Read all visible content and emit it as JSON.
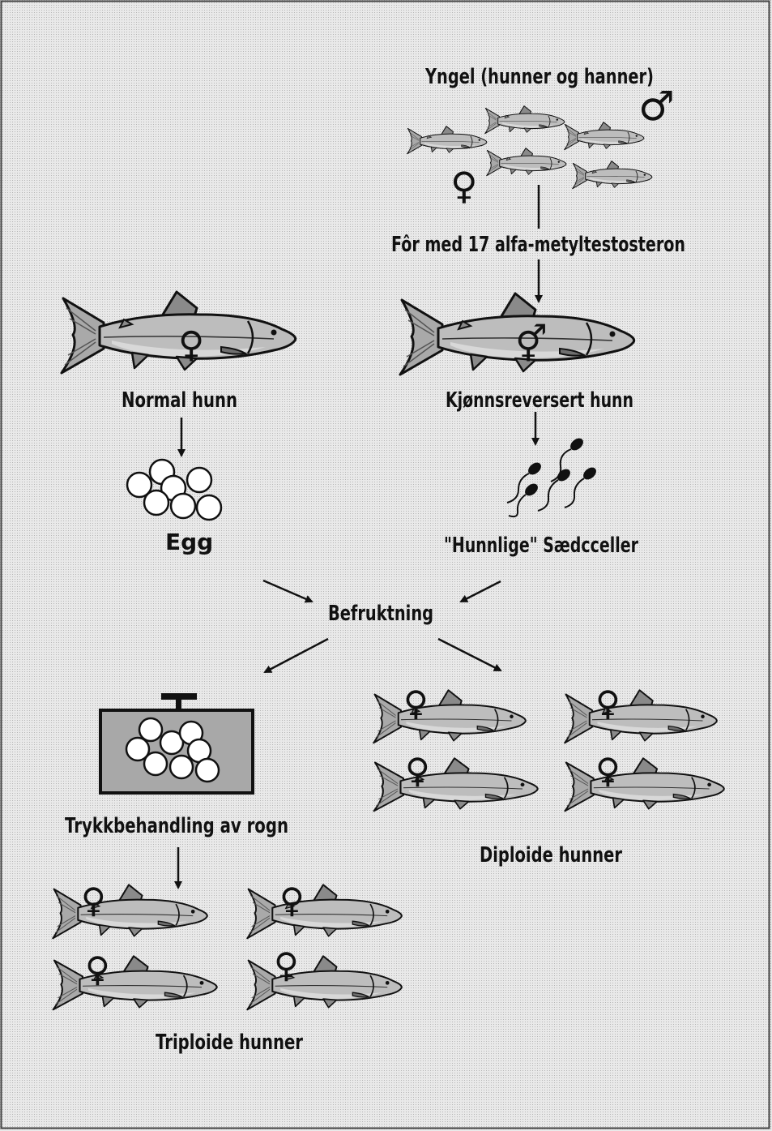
{
  "labels": {
    "yngel": "Yngel (hunner og hanner)",
    "feed": "Fôr med 17 alfa-metyltestosteron",
    "normal_female": "Normal hunn",
    "reversed_female": "Kjønnsreversert hunn",
    "egg": "Egg",
    "sperm": "\"Hunnlige\" Sædcceller",
    "fertilization": "Befruktning",
    "pressure": "Trykkbehandling av rogn",
    "diploid": "Diploide hunner",
    "triploid": "Triploide hunner"
  },
  "symbols": {
    "female": "♀",
    "male": "♂",
    "female_male": "⚥"
  },
  "colors": {
    "background": "#e6e6e6",
    "fish_body": "#bdbdbd",
    "fish_dark": "#8a8a8a",
    "outline": "#111111",
    "egg_fill": "#ffffff",
    "tank_fill": "#a8a8a8"
  }
}
